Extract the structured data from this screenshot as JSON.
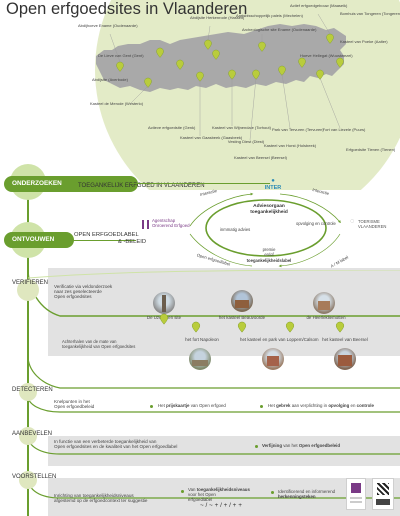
{
  "title": "Open erfgoedsites in Vlaanderen",
  "colors": {
    "green": "#6a9e2e",
    "lightgreen": "#dfe7bf",
    "grey": "#e2e2e2",
    "map": "#a9a9a9",
    "pin": "#b9cc3c",
    "purple": "#7a3a86",
    "blue": "#2a8ab5"
  },
  "map_sites": [
    "Abdijhoeve Ename (Oudenaarde)",
    "Abdijsite Herkenrode (Hasselt)",
    "Aartsbisschoppelijk paleis (Mechelen)",
    "Actief erfgoedgebouw (Maaseik)",
    "Bomhuis van Tongeren (Tongeren)",
    "Archeologische site Ename (Oudenaarde)",
    "Kasteel van Poeke (Aalter)",
    "Hoeve Hellegat (Wuustwezel)",
    "De Lieve van Gent (Gent)",
    "Abdijsite (Averbode)",
    "Kasteel de Merode (Westerlo)",
    "Actieve erfgoedsite (Genk)",
    "Kasteel van Gaasbeek (Gaasbeek)",
    "Kasteel van Wijnendale (Torhout)",
    "Vesting Diest (Diest)",
    "Park van Tervuren (Tervuren)",
    "Kasteel van Horst (Holsbeek)",
    "Fort van Liezele (Puurs)",
    "Erfgoedsite Tienen (Tienen)",
    "Kasteel van Beersel (Beersel)"
  ],
  "stages": {
    "onderzoeken": "ONDERZOEKEN",
    "ontvouwen": "ONTVOUWEN",
    "verifieren": "VERIFIEREN",
    "detecteren": "DETECTEREN",
    "aanbevelen": "AANBEVELEN",
    "voorstellen": "VOORSTELLEN"
  },
  "onderzoeken_text": "TOEGANKELIJK ERFGOED IN VLAANDEREN",
  "ontvouwen_text": "OPEN ERFGOEDLABEL",
  "ontvouwen_text2": "& -BELEID",
  "agentschap": {
    "line1": "Agentschap",
    "line2": "Onroerend Erfgoed"
  },
  "inter": "INTER",
  "toerisme": {
    "line1": "TOERISME",
    "line2": "VLAANDEREN"
  },
  "advies": {
    "line1": "Adviesorgaan",
    "line2": "toegankelijkheid"
  },
  "cycle": {
    "left": "inmmatig advies",
    "right": "opvolging en controle",
    "bottom1": "premie",
    "bottom2": "en/of",
    "bottom3": "toegankelijkheidslabel"
  },
  "arrows": {
    "interactie_left": "Interactie",
    "interactie_right": "Interactie",
    "label": "Open erfgoedlabel",
    "am_label": "A / M label"
  },
  "verifieren_text": {
    "line1": "Verificatie via veldonderzoek",
    "line2": "naar zes geselecteerde",
    "line3": "Open erfgoedsites"
  },
  "verifieren_text2": {
    "line1": "Achterhalen van de mate van",
    "line2": "toegankelijkheid van Open erfgoedsites"
  },
  "photo_labels_top": [
    "De Uzertoren site",
    "het kasteel Beauvoorde",
    "de Heerlekliemotten"
  ],
  "photo_labels_bottom": [
    "het fort Napoleon",
    "het kasteel en park van Loppem/Calsom",
    "het kasteel van Beersel"
  ],
  "detecteren_text": {
    "line1": "Knelpunten in het",
    "line2": "Open erfgoedbeleid"
  },
  "detecteren_box1": {
    "pre": "Het ",
    "bold": "prijskaartje",
    "post": " van Open erfgoed"
  },
  "detecteren_box2": {
    "pre": "Het ",
    "bold1": "gebrek",
    "mid": " aan verplichting in ",
    "bold2": "opvolging",
    "mid2": " en ",
    "bold3": "controle"
  },
  "aanbevelen_text": {
    "line1": "In functie van een verbeterde toegankelijkheid van",
    "line2": "Open erfgoedsites en de kwaliteit van het Open erfgoedlabel"
  },
  "aanbevelen_box": {
    "pre": "Verfijning",
    "post": " van het ",
    "bold": "Open erfgoedbeleid"
  },
  "voorstellen_text": {
    "line1": "Inrichting van toegankelijkheidsniveaus",
    "line2": "afgestemd op de erfgoedcontext ter suggestie"
  },
  "voorstellen_box1": {
    "pre": "Van ",
    "bold": "toegankelijkheidsniveaus",
    "line2": "voor het Open",
    "line3": "erfgoedlabel",
    "scale": "~ / ~ + / + / + +"
  },
  "voorstellen_box2": {
    "line1": "Identificerend en informerend",
    "bold": "herkenningsteken"
  }
}
